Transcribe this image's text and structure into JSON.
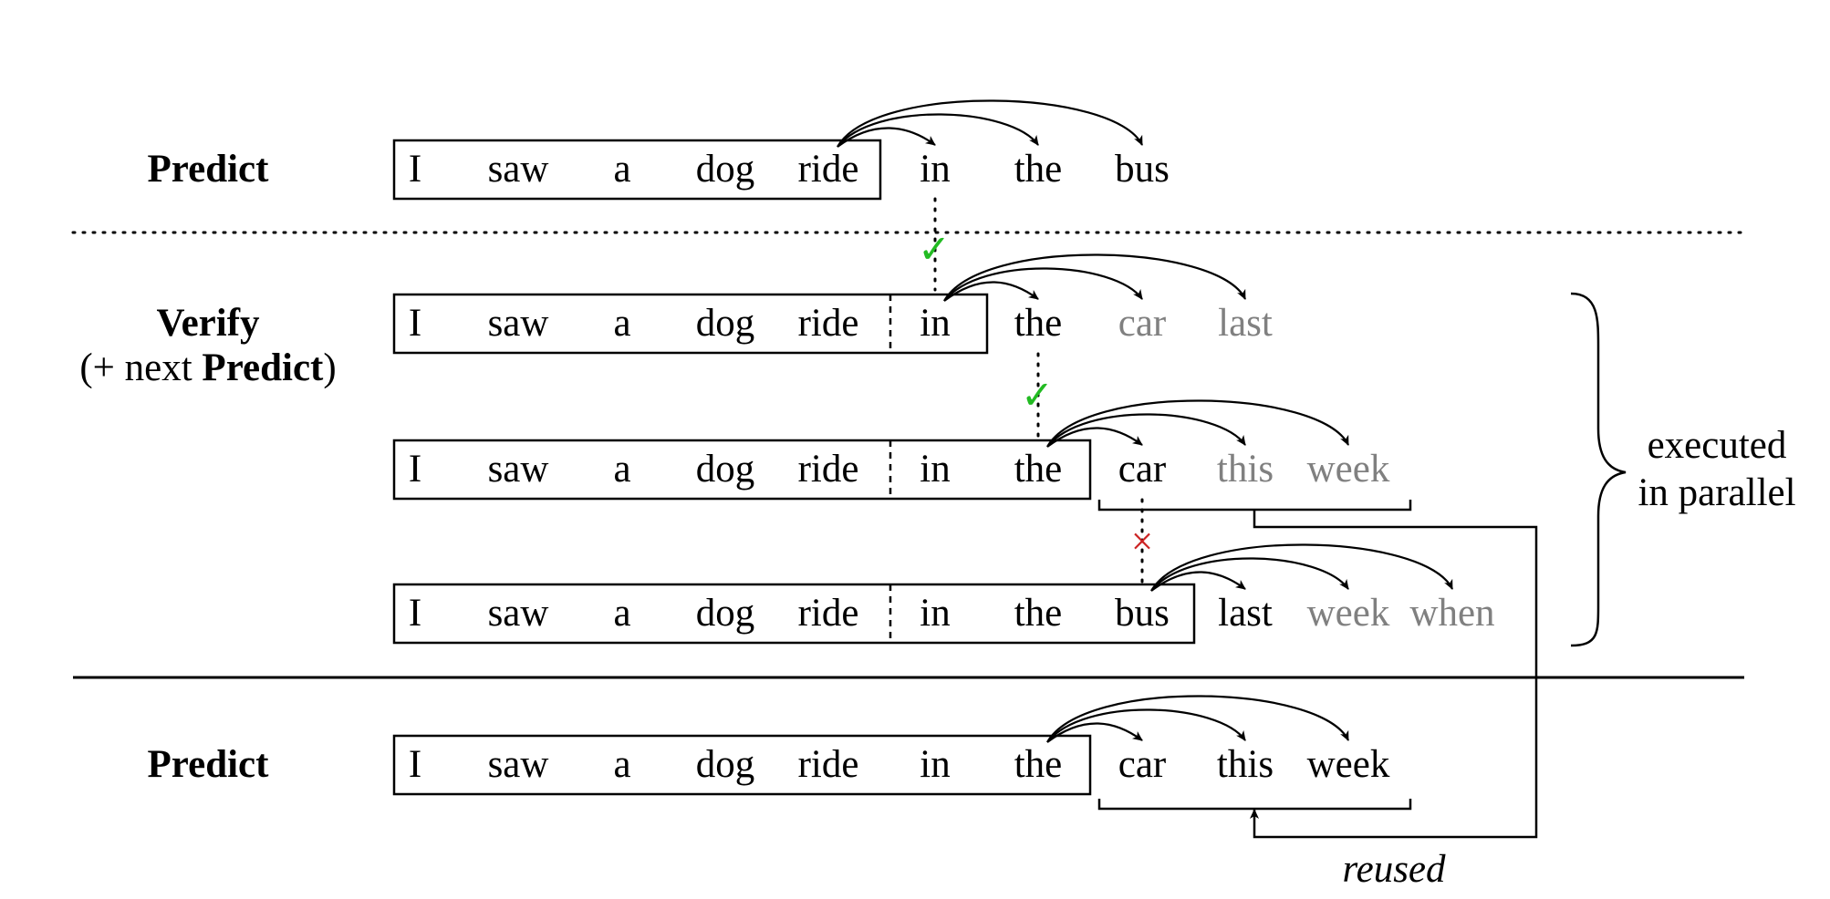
{
  "colors": {
    "ink": "#000000",
    "draft_token": "#808080",
    "accept_mark": "#22bb22",
    "reject_mark": "#cc2222"
  },
  "labels": {
    "predict_top": "Predict",
    "verify": "Verify",
    "verify_sub_open": "(+ next ",
    "verify_sub_bold": "Predict",
    "verify_sub_close": ")",
    "predict_bottom": "Predict",
    "parallel_line1": "executed",
    "parallel_line2": "in parallel",
    "reused": "reused"
  },
  "marks": {
    "accept": "✓",
    "reject": "×"
  },
  "rows": [
    {
      "id": "predict-1",
      "context": [
        "I",
        "saw",
        "a",
        "dog",
        "ride"
      ],
      "after_dash": [],
      "predicted": [
        {
          "text": "in",
          "status": "black"
        },
        {
          "text": "the",
          "status": "black"
        },
        {
          "text": "bus",
          "status": "black"
        }
      ]
    },
    {
      "id": "verify-1",
      "context": [
        "I",
        "saw",
        "a",
        "dog",
        "ride"
      ],
      "after_dash": [
        "in"
      ],
      "predicted": [
        {
          "text": "the",
          "status": "black"
        },
        {
          "text": "car",
          "status": "gray"
        },
        {
          "text": "last",
          "status": "gray"
        }
      ]
    },
    {
      "id": "verify-2",
      "context": [
        "I",
        "saw",
        "a",
        "dog",
        "ride"
      ],
      "after_dash": [
        "in",
        "the"
      ],
      "predicted": [
        {
          "text": "car",
          "status": "black"
        },
        {
          "text": "this",
          "status": "gray"
        },
        {
          "text": "week",
          "status": "gray"
        }
      ]
    },
    {
      "id": "verify-3",
      "context": [
        "I",
        "saw",
        "a",
        "dog",
        "ride"
      ],
      "after_dash": [
        "in",
        "the",
        "bus"
      ],
      "predicted": [
        {
          "text": "last",
          "status": "black"
        },
        {
          "text": "week",
          "status": "gray"
        },
        {
          "text": "when",
          "status": "gray"
        }
      ]
    },
    {
      "id": "predict-2",
      "context": [
        "I",
        "saw",
        "a",
        "dog",
        "ride",
        "in",
        "the"
      ],
      "after_dash": [],
      "predicted": [
        {
          "text": "car",
          "status": "black"
        },
        {
          "text": "this",
          "status": "black"
        },
        {
          "text": "week",
          "status": "black"
        }
      ]
    }
  ]
}
